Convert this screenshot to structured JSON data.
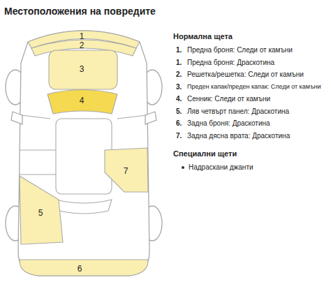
{
  "diagram": {
    "title": "Местоположения на повредите",
    "labels": [
      "1",
      "2",
      "3",
      "4",
      "7",
      "5",
      "6",
      "Нормална щета",
      "1.",
      "Предна броня: Следи от камъни",
      "1.",
      "Предна броня: Драскотина",
      "2.",
      "Решетка/решетка: Следи от камъни",
      "3.",
      "Преден капак/преден капак: Следи от камъни",
      "4.",
      "Сенник: Следи от камъни",
      "5.",
      "Ляв четвърт панел: Драскотина",
      "6.",
      "Задна броня: Драскотина",
      "7.",
      "Задна дясна врата: Драскотина",
      "Специални щети",
      "Надраскани джанти"
    ]
  }
}
